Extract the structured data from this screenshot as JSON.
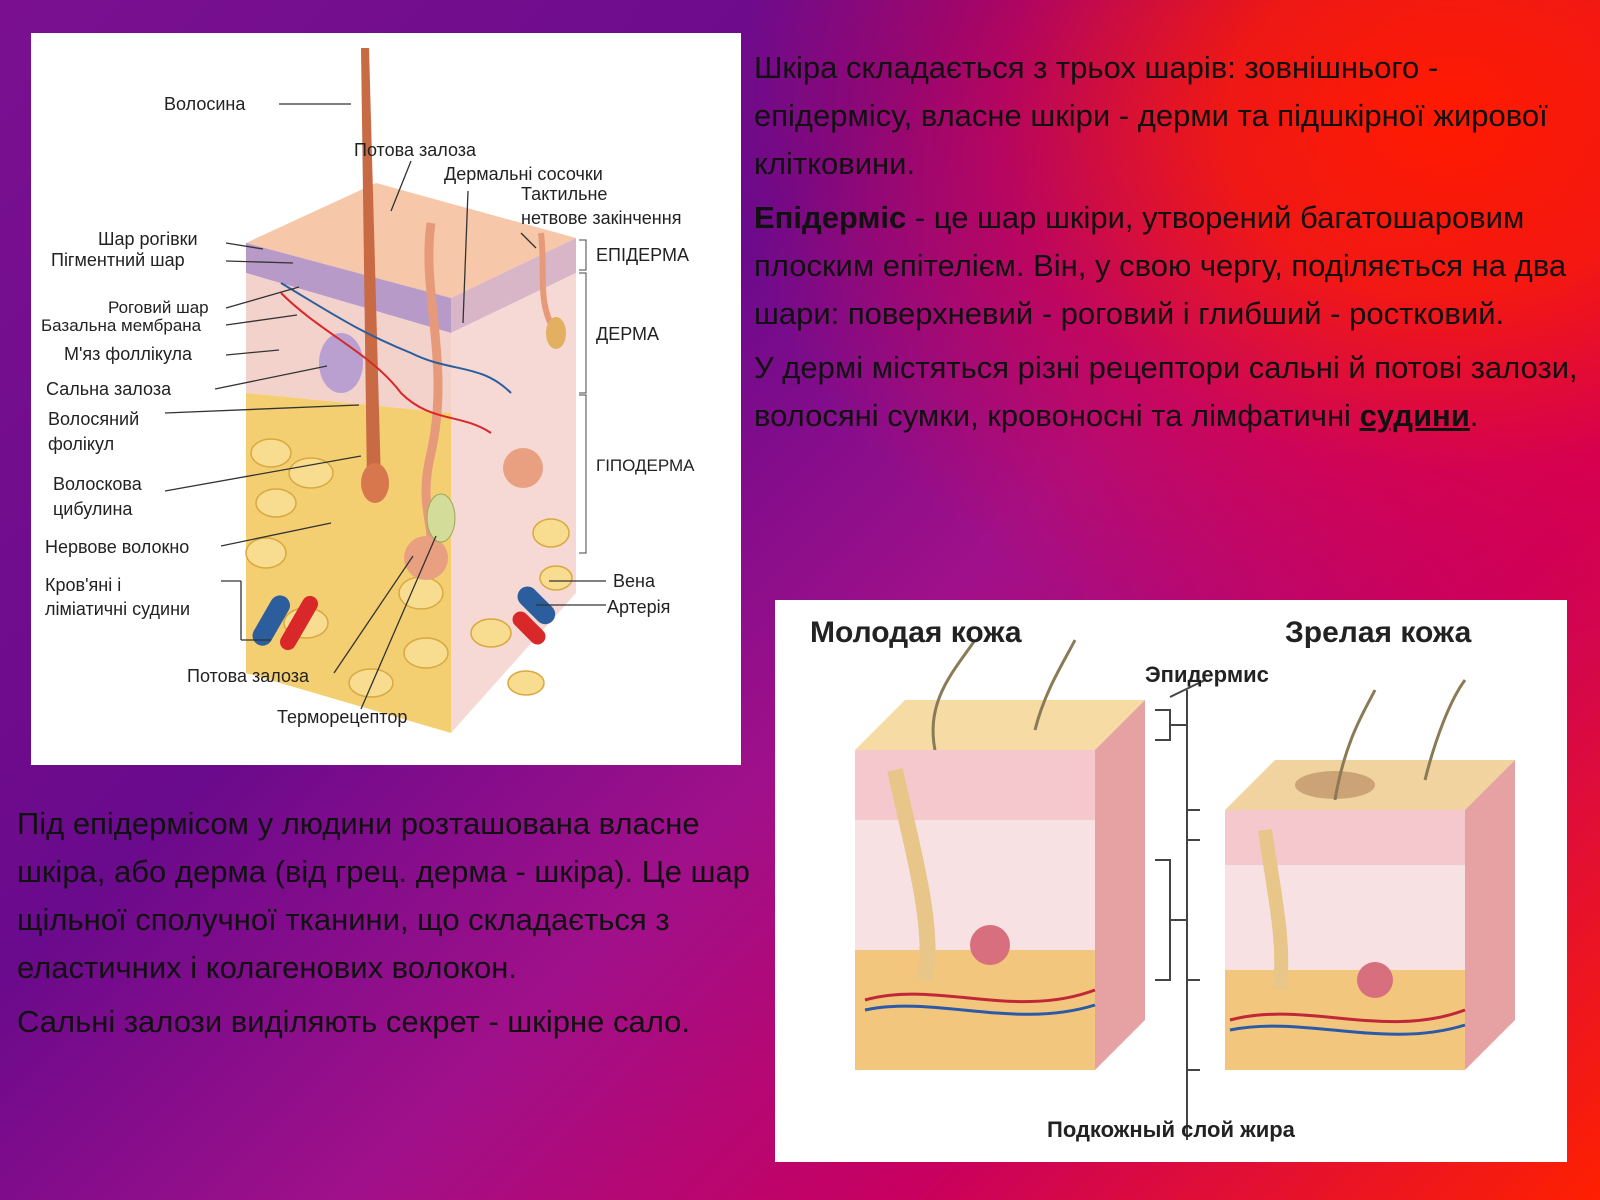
{
  "diagram1": {
    "labels": {
      "hair": "Волосина",
      "sweat_gland_top": "Потова залоза",
      "dermal_papillae": "Дермальні сосочки",
      "tactile_1": "Тактильне",
      "tactile_2": "нетвове закінчення",
      "stratum_corneum_1": "Шар рогівки",
      "pigment_layer": "Пігментний шар",
      "horny_layer": "Роговий шар",
      "basal_membrane": "Базальна мембрана",
      "follicle_muscle": "М'яз фоллікула",
      "sebaceous_gland": "Сальна залоза",
      "hair_follicle_1": "Волосяний",
      "hair_follicle_2": "фолікул",
      "hair_bulb_1": "Волоскова",
      "hair_bulb_2": "цибулина",
      "nerve_fiber": "Нервове волокно",
      "vessels_1": "Кров'яні і",
      "vessels_2": "ліміатичні судини",
      "sweat_gland_bottom": "Потова залоза",
      "thermoreceptor": "Терморецептор",
      "epidermis": "ЕПІДЕРМА",
      "dermis": "ДЕРМА",
      "hypodermis": "ГІПОДЕРМА",
      "vein": "Вена",
      "artery": "Артерія"
    }
  },
  "diagram2": {
    "young_title": "Молодая кожа",
    "mature_title": "Зрелая кожа",
    "epidermis": "Эпидермис",
    "fat_layer": "Подкожный слой жира"
  },
  "right_text": {
    "p1": "Шкіра складається з трьох шарів: зовнішнього - епідермісу, власне шкіри - дерми та підшкірної жирової клітковини.",
    "p2_bold": "Епідерміс",
    "p2_rest": " - це шар шкіри, утворений багатошаровим плоским епітелієм. Він, у свою чергу, поділяється на два шари: поверхневий - роговий і глибший - ростковий.",
    "p3_start": "У дермі містяться різні рецептори сальні й потові залози, волосяні сумки, кровоносні та лімфатичні ",
    "p3_link": "судини",
    "p3_end": "."
  },
  "bottom_text": {
    "p1": "Під епідермісом у людини розташована власне шкіра, або дерма (від грец. дерма - шкіра). Це шар щільної сполучної тканини, що складається з еластичних і колагенових волокон.",
    "p2": "Сальні залози виділяють секрет - шкірне сало."
  },
  "colors": {
    "skin_top": "#f6c7a8",
    "epidermis_purple": "#a98bc0",
    "dermis_pink": "#f7cfc8",
    "fat_yellow": "#f4cf72",
    "hair_brown": "#c86a44",
    "vein_blue": "#2c5e9e",
    "artery_red": "#d8282a"
  }
}
